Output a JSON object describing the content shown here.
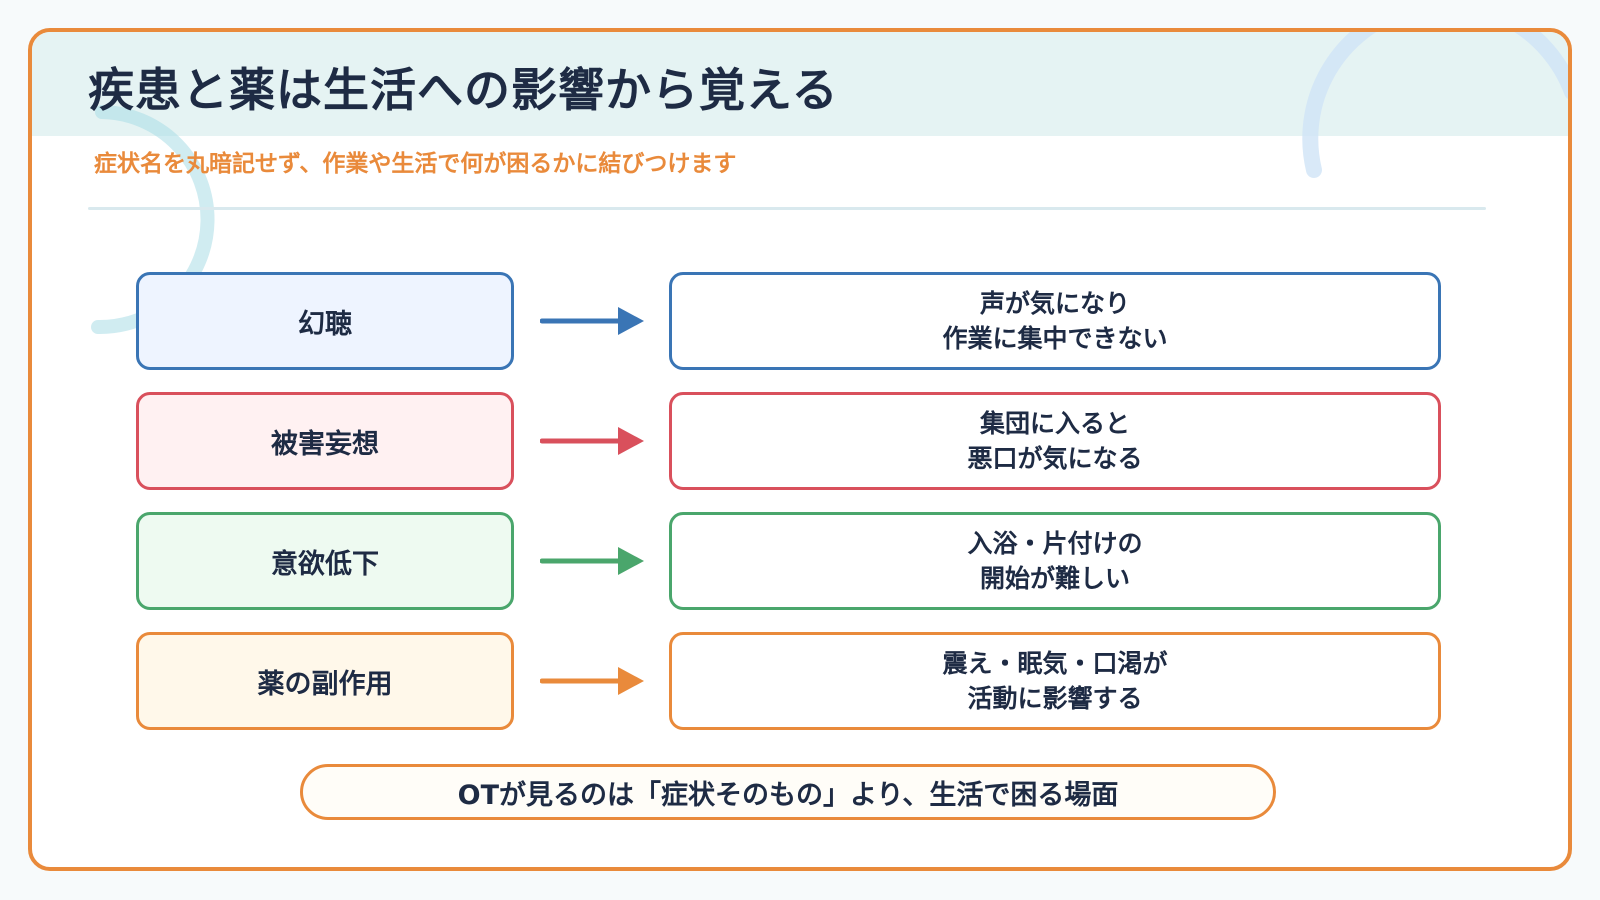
{
  "title": "疾患と薬は生活への影響から覚える",
  "subtitle": "症状名を丸暗記せず、作業や生活で何が困るかに結びつけます",
  "colors": {
    "frame": "#e98a3b",
    "title_band": "#e5f3f3",
    "text": "#1e2b44",
    "blue": "#3a75b5",
    "red": "#d9505c",
    "green": "#4aa66c",
    "orange": "#e98a3b"
  },
  "rows": [
    {
      "cause": "幻聴",
      "effect_line1": "声が気になり",
      "effect_line2": "作業に集中できない",
      "color": "#3a75b5"
    },
    {
      "cause": "被害妄想",
      "effect_line1": "集団に入ると",
      "effect_line2": "悪口が気になる",
      "color": "#d9505c"
    },
    {
      "cause": "意欲低下",
      "effect_line1": "入浴・片付けの",
      "effect_line2": "開始が難しい",
      "color": "#4aa66c"
    },
    {
      "cause": "薬の副作用",
      "effect_line1": "震え・眠気・口渇が",
      "effect_line2": "活動に影響する",
      "color": "#e98a3b"
    }
  ],
  "arrow_icon": "right-arrow-icon",
  "footer": "OTが見るのは「症状そのもの」より、生活で困る場面"
}
